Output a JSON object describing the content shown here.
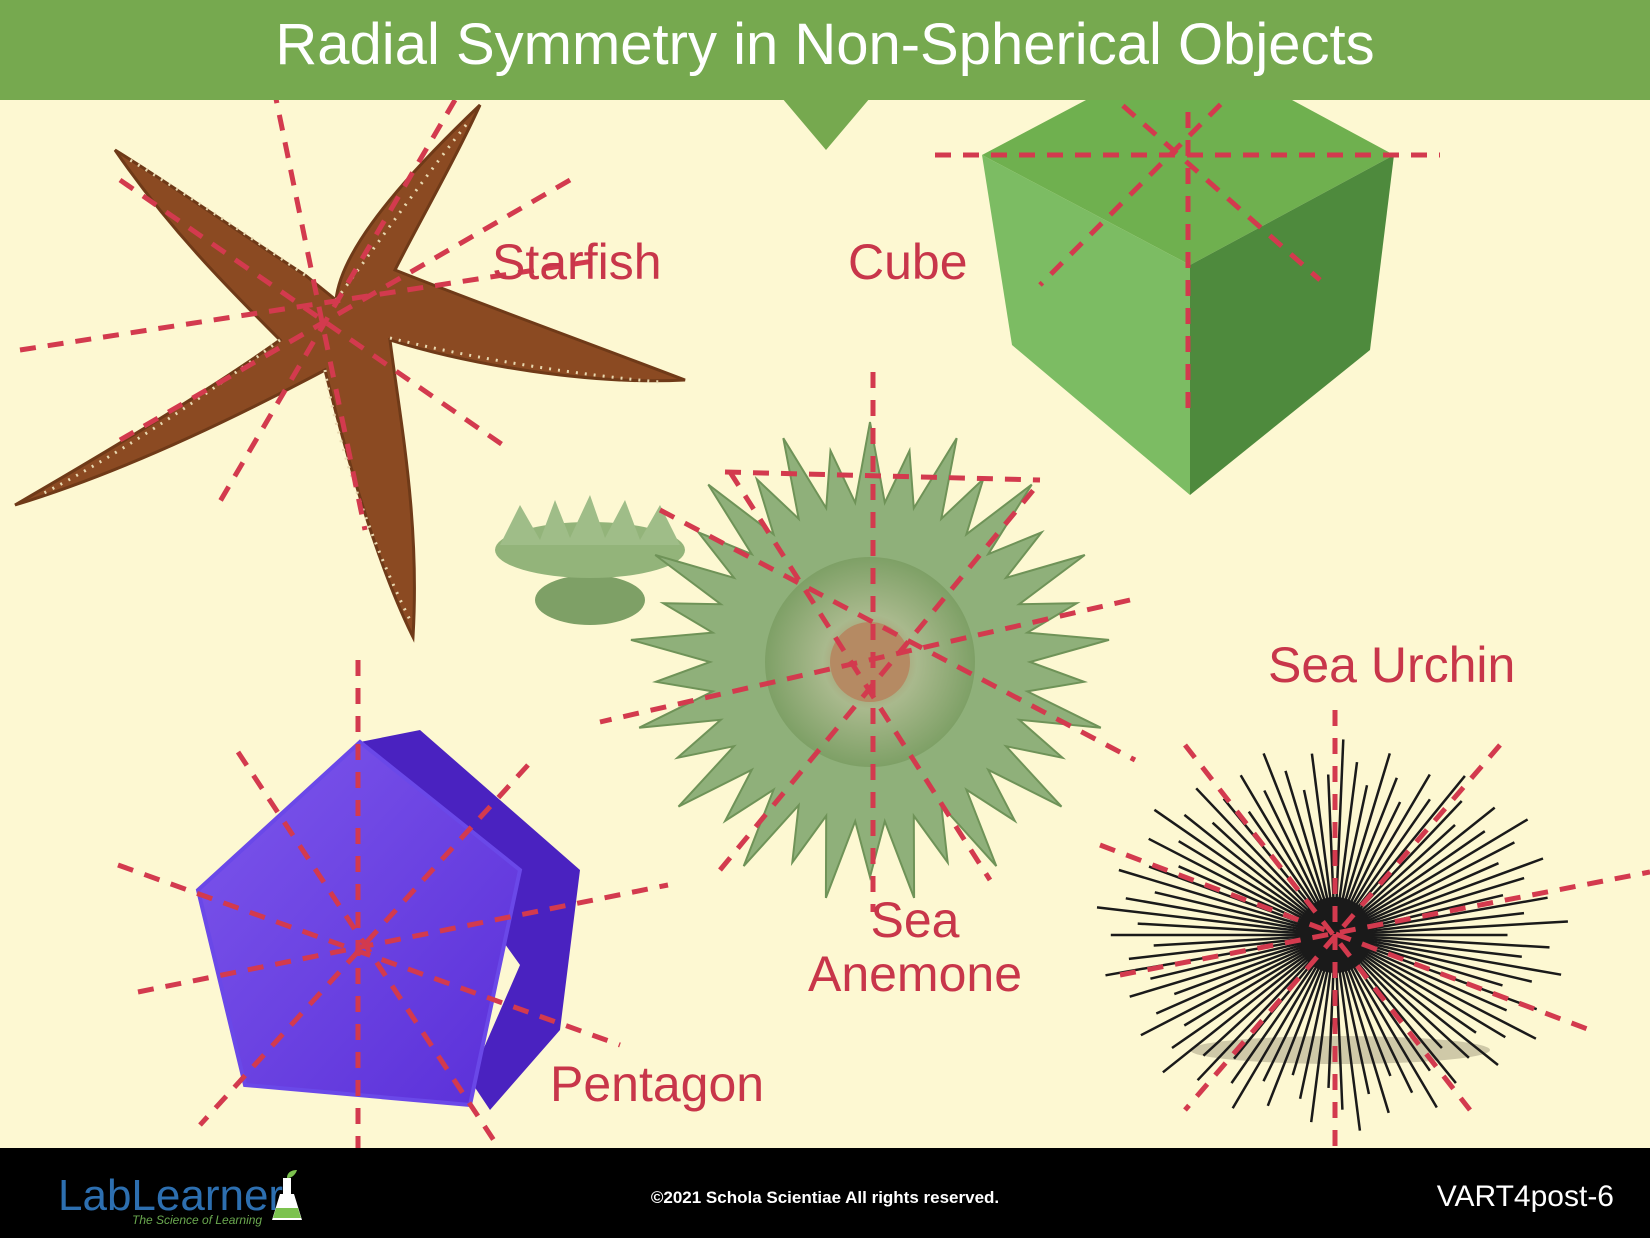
{
  "title": "Radial Symmetry in Non-Spherical Objects",
  "labels": {
    "starfish": "Starfish",
    "cube": "Cube",
    "sea_anemone_line1": "Sea",
    "sea_anemone_line2": "Anemone",
    "sea_urchin": "Sea Urchin",
    "pentagon": "Pentagon"
  },
  "footer": {
    "logo": "LabLearner",
    "tagline": "The Science of Learning",
    "copyright": "©2021 Schola Scientiae   All rights reserved.",
    "slide_id": "VART4post-6"
  },
  "icons": [
    "flask-icon",
    "leaf-icon"
  ],
  "colors": {
    "header": "#76a94f",
    "background": "#fdf8d2",
    "symmetry_line": "#d33a4e",
    "label_text": "#c8364a",
    "starfish": "#8b4a22",
    "cube_top": "#6fb04f",
    "cube_left": "#7cbc63",
    "cube_right": "#4e8a3d",
    "pentagon": "#6a3fe0",
    "anemone": "#8fb07a",
    "urchin": "#1a1a1a"
  }
}
